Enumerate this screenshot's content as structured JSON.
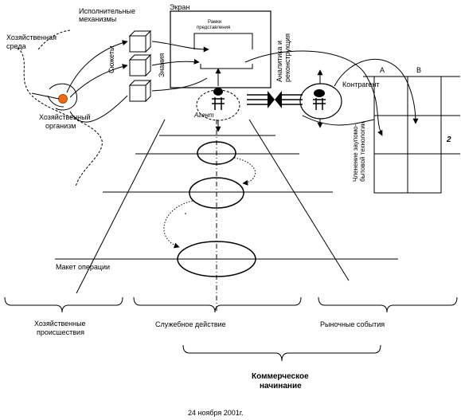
{
  "labels": {
    "ekran": "Экран",
    "ramki_line1": "Рамки",
    "ramki_line2": "представления",
    "ispoln_line1": "Исполнительные",
    "ispoln_line2": "механизмы",
    "sredа": "Хозяйственная",
    "sreda_line2": "среда",
    "organizm_line1": "Хозяйственный",
    "organizm_line2": "организм",
    "syuzhety": "Сюжеты",
    "znaniya": "Знания",
    "analitika_line1": "Аналитика и",
    "analitika_line2": "реконструкция",
    "kontragent": "Контрагент",
    "col_a": "A",
    "col_b": "B",
    "row_2": "2",
    "chlenenie_line1": "Членение заупомо-",
    "chlenenie_line2": "бытовой технологии",
    "agent": "Агент",
    "maket": "Макет операции",
    "proisshestviya_line1": "Хозяйственные",
    "proisshestviya_line2": "происшествия",
    "sluzhebnoe": "Служебное действие",
    "rynochnye": "Рыночные события",
    "kommercheskoe_line1": "Коммерческое",
    "kommercheskoe_line2": "начинание",
    "date": "24 ноября 2001г."
  }
}
